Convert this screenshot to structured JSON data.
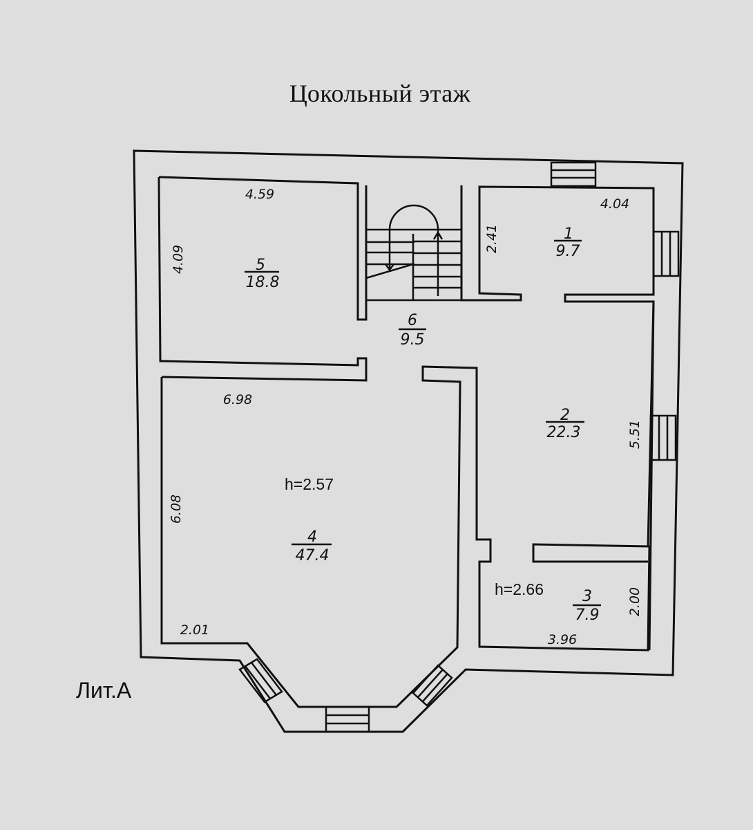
{
  "title": "Цокольный этаж",
  "label_lit": "Лит.А",
  "rooms": [
    {
      "number": "1",
      "area": "9.7"
    },
    {
      "number": "2",
      "area": "22.3"
    },
    {
      "number": "3",
      "area": "7.9"
    },
    {
      "number": "4",
      "area": "47.4"
    },
    {
      "number": "5",
      "area": "18.8"
    },
    {
      "number": "6",
      "area": "9.5"
    }
  ],
  "dimensions": {
    "room5_width": "4.59",
    "room5_height": "4.09",
    "room1_width": "4.04",
    "room1_height": "2.41",
    "room4_width": "6.98",
    "room4_height": "6.08",
    "room4_bay": "2.01",
    "room2_height": "5.51",
    "room3_width": "3.96",
    "room3_height": "2.00"
  },
  "heights": {
    "h1": "h=2.57",
    "h2": "h=2.66"
  },
  "colors": {
    "background": "#dedede",
    "ink": "#111111"
  }
}
